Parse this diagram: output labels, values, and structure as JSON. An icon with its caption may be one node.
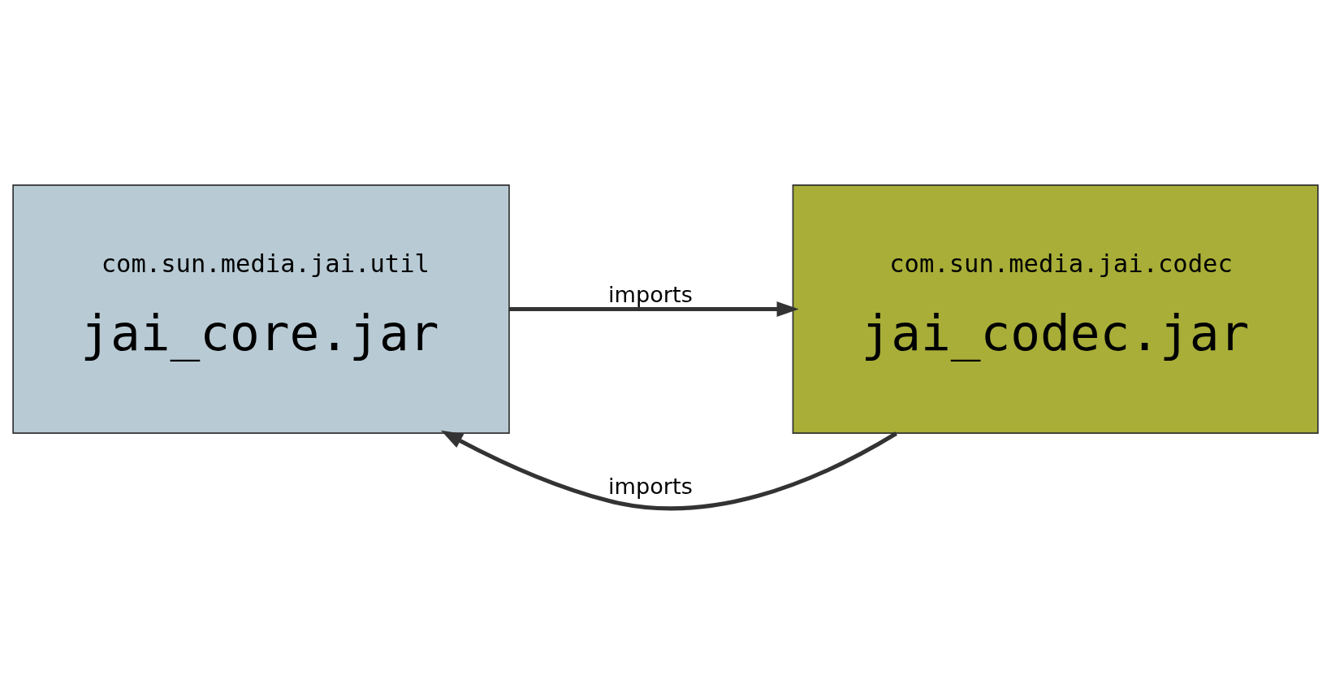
{
  "diagram": {
    "nodes": [
      {
        "text": [
          "com.sun.media.jai.util",
          "jai_core.jar"
        ]
      },
      {
        "text": [
          "com.sun.media.jai.codec",
          "jai_codec.jar"
        ]
      }
    ],
    "edges": [
      {
        "from": 1,
        "to": 0,
        "arrow": "to",
        "label": "imports"
      },
      {
        "from": 0,
        "to": 1,
        "arrow": "to",
        "label": "imports"
      }
    ]
  }
}
